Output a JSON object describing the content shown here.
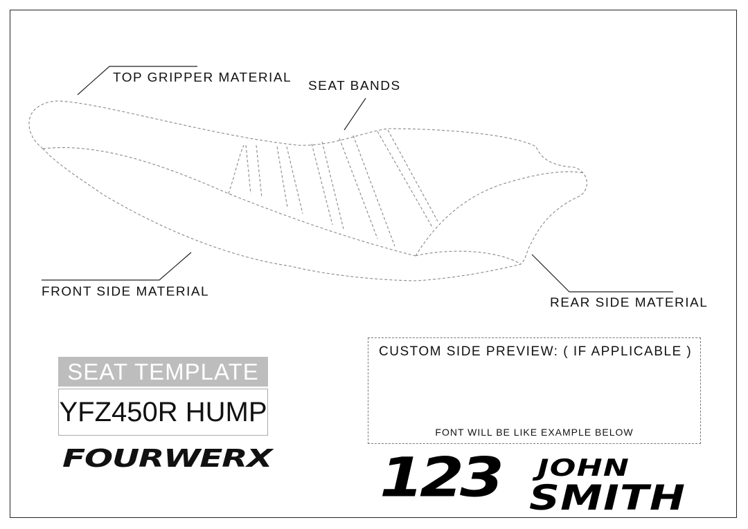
{
  "labels": {
    "top_gripper": "TOP GRIPPER MATERIAL",
    "seat_bands": "SEAT BANDS",
    "front_side": "FRONT SIDE MATERIAL",
    "rear_side": "REAR SIDE MATERIAL"
  },
  "template": {
    "title": "SEAT TEMPLATE",
    "model": "YFZ450R HUMP"
  },
  "brand": "FOURWERX",
  "preview": {
    "title": "CUSTOM SIDE PREVIEW: ( IF APPLICABLE )",
    "note": "FONT WILL BE LIKE EXAMPLE BELOW"
  },
  "example": {
    "number": "123",
    "first_name": "JOHN",
    "last_name": "SMITH"
  },
  "colors": {
    "outline": "#888888",
    "title_bar": "#bdbdbd",
    "ink": "#111111"
  }
}
